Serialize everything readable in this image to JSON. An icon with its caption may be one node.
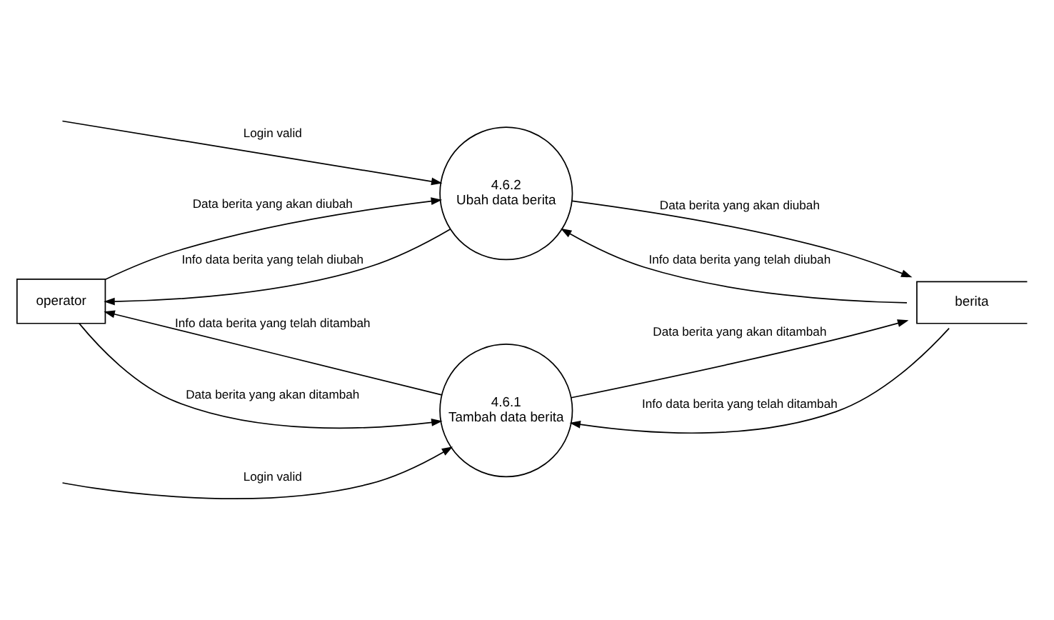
{
  "diagram": {
    "nodes": [
      {
        "text": [
          "operator"
        ]
      },
      {
        "text": [
          "4.6.1",
          "Tambah data berita"
        ]
      },
      {
        "text": [
          "4.6.2",
          "Ubah data berita"
        ]
      },
      {
        "text": [
          "berita"
        ]
      }
    ],
    "edges": [
      {
        "from": null,
        "to": 1,
        "arrow": "to",
        "label": "Login valid"
      },
      {
        "from": 1,
        "to": 0,
        "arrow": "to",
        "label": "Info data berita yang telah ditambah"
      },
      {
        "from": 3,
        "to": 1,
        "arrow": "to",
        "label": "Info data berita yang telah ditambah"
      },
      {
        "from": 0,
        "to": 1,
        "arrow": "to",
        "label": "Data berita yang akan ditambah"
      },
      {
        "from": 1,
        "to": 3,
        "arrow": "to",
        "label": "Data berita yang akan ditambah"
      },
      {
        "from": null,
        "to": 2,
        "arrow": "to",
        "label": "Login valid"
      },
      {
        "from": 2,
        "to": 0,
        "arrow": "to",
        "label": "Info data berita yang telah diubah"
      },
      {
        "from": 3,
        "to": 2,
        "arrow": "to",
        "label": "Info data berita yang telah diubah"
      },
      {
        "from": 0,
        "to": 2,
        "arrow": "to",
        "label": "Data berita yang akan diubah"
      },
      {
        "from": 2,
        "to": 3,
        "arrow": "to",
        "label": "Data berita yang akan diubah"
      }
    ]
  }
}
